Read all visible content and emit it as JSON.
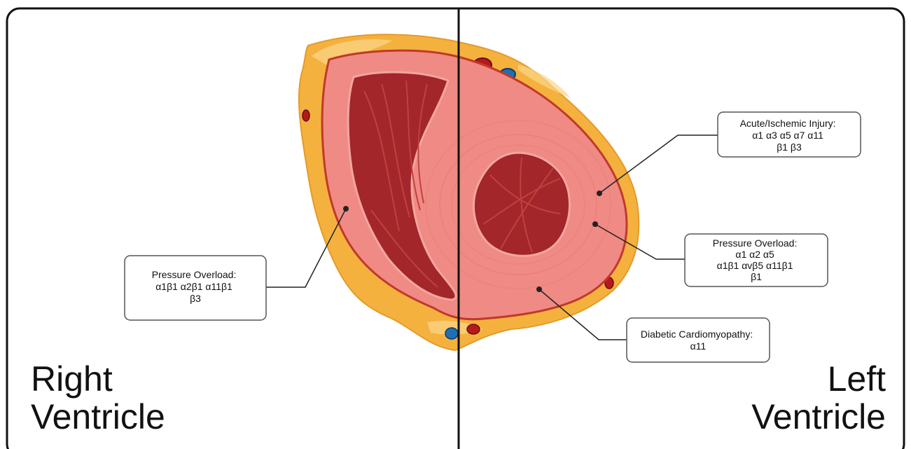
{
  "sides": {
    "right": {
      "line1": "Right",
      "line2": "Ventricle"
    },
    "left": {
      "line1": "Left",
      "line2": "Ventricle"
    }
  },
  "callouts": {
    "rv_pressure": {
      "lines": [
        "Pressure Overload:",
        "α1β1 α2β1 α11β1",
        "β3"
      ]
    },
    "acute": {
      "lines": [
        "Acute/Ischemic Injury:",
        "α1 α3 α5 α7 α11",
        "β1 β3"
      ]
    },
    "lv_pressure": {
      "lines": [
        "Pressure Overload:",
        "α1 α2 α5",
        "α1β1 αvβ5 α11β1",
        "β1"
      ]
    },
    "diabetic": {
      "lines": [
        "Diabetic Cardiomyopathy:",
        "α11"
      ]
    }
  },
  "colors": {
    "fat": "#f5b13e",
    "fat_highlight": "#fbd68a",
    "epicardium_line": "#c0392b",
    "myocardium": "#f08a84",
    "myocardium_dark": "#e06b66",
    "cavity": "#a3262a",
    "cavity_light": "#c2403e",
    "vessel_red": "#b31b1b",
    "vessel_blue": "#1f6fb2",
    "divider": "#111111"
  }
}
